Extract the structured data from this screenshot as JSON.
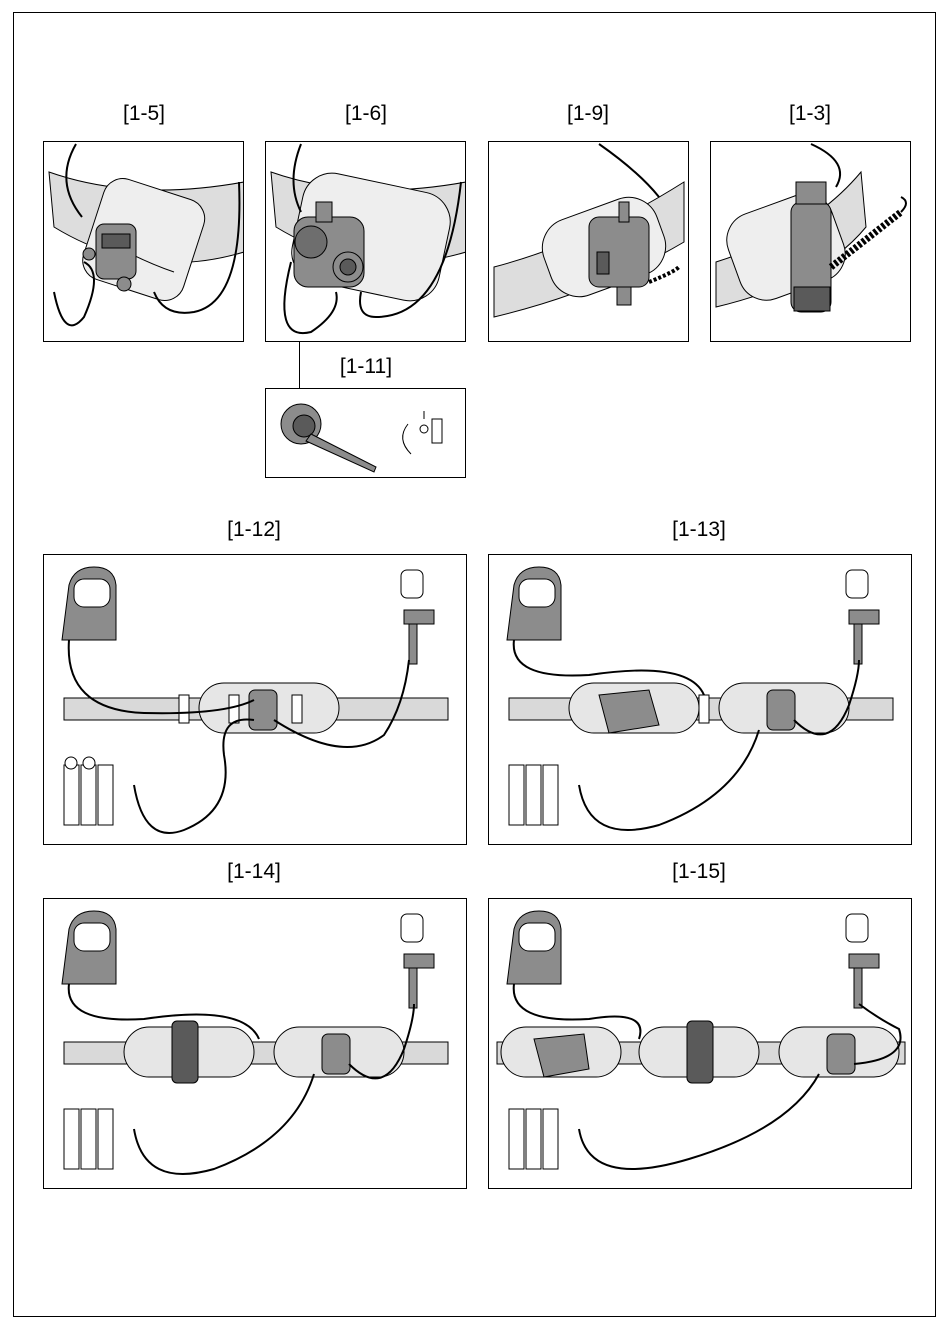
{
  "figures": {
    "fig_1_5": {
      "label": "[1-5]",
      "name": "belt mounted pressure regulator"
    },
    "fig_1_6": {
      "label": "[1-6]",
      "name": "belt mounted regulator with flow knob"
    },
    "fig_1_9": {
      "label": "[1-9]",
      "name": "belt mounted unit with display"
    },
    "fig_1_3": {
      "label": "[1-3]",
      "name": "belt mounted filter with hose"
    },
    "fig_1_11": {
      "label": "[1-11]",
      "name": "adjustment knob detail"
    },
    "fig_1_12": {
      "label": "[1-12]"
    },
    "fig_1_13": {
      "label": "[1-13]"
    },
    "fig_1_14": {
      "label": "[1-14]"
    },
    "fig_1_15": {
      "label": "[1-15]"
    }
  },
  "colors": {
    "line": "#000000",
    "belt": "#d9d9d9",
    "plate": "#e6e6e6",
    "device": "#8c8c8c",
    "device_dark": "#5a5a5a"
  }
}
